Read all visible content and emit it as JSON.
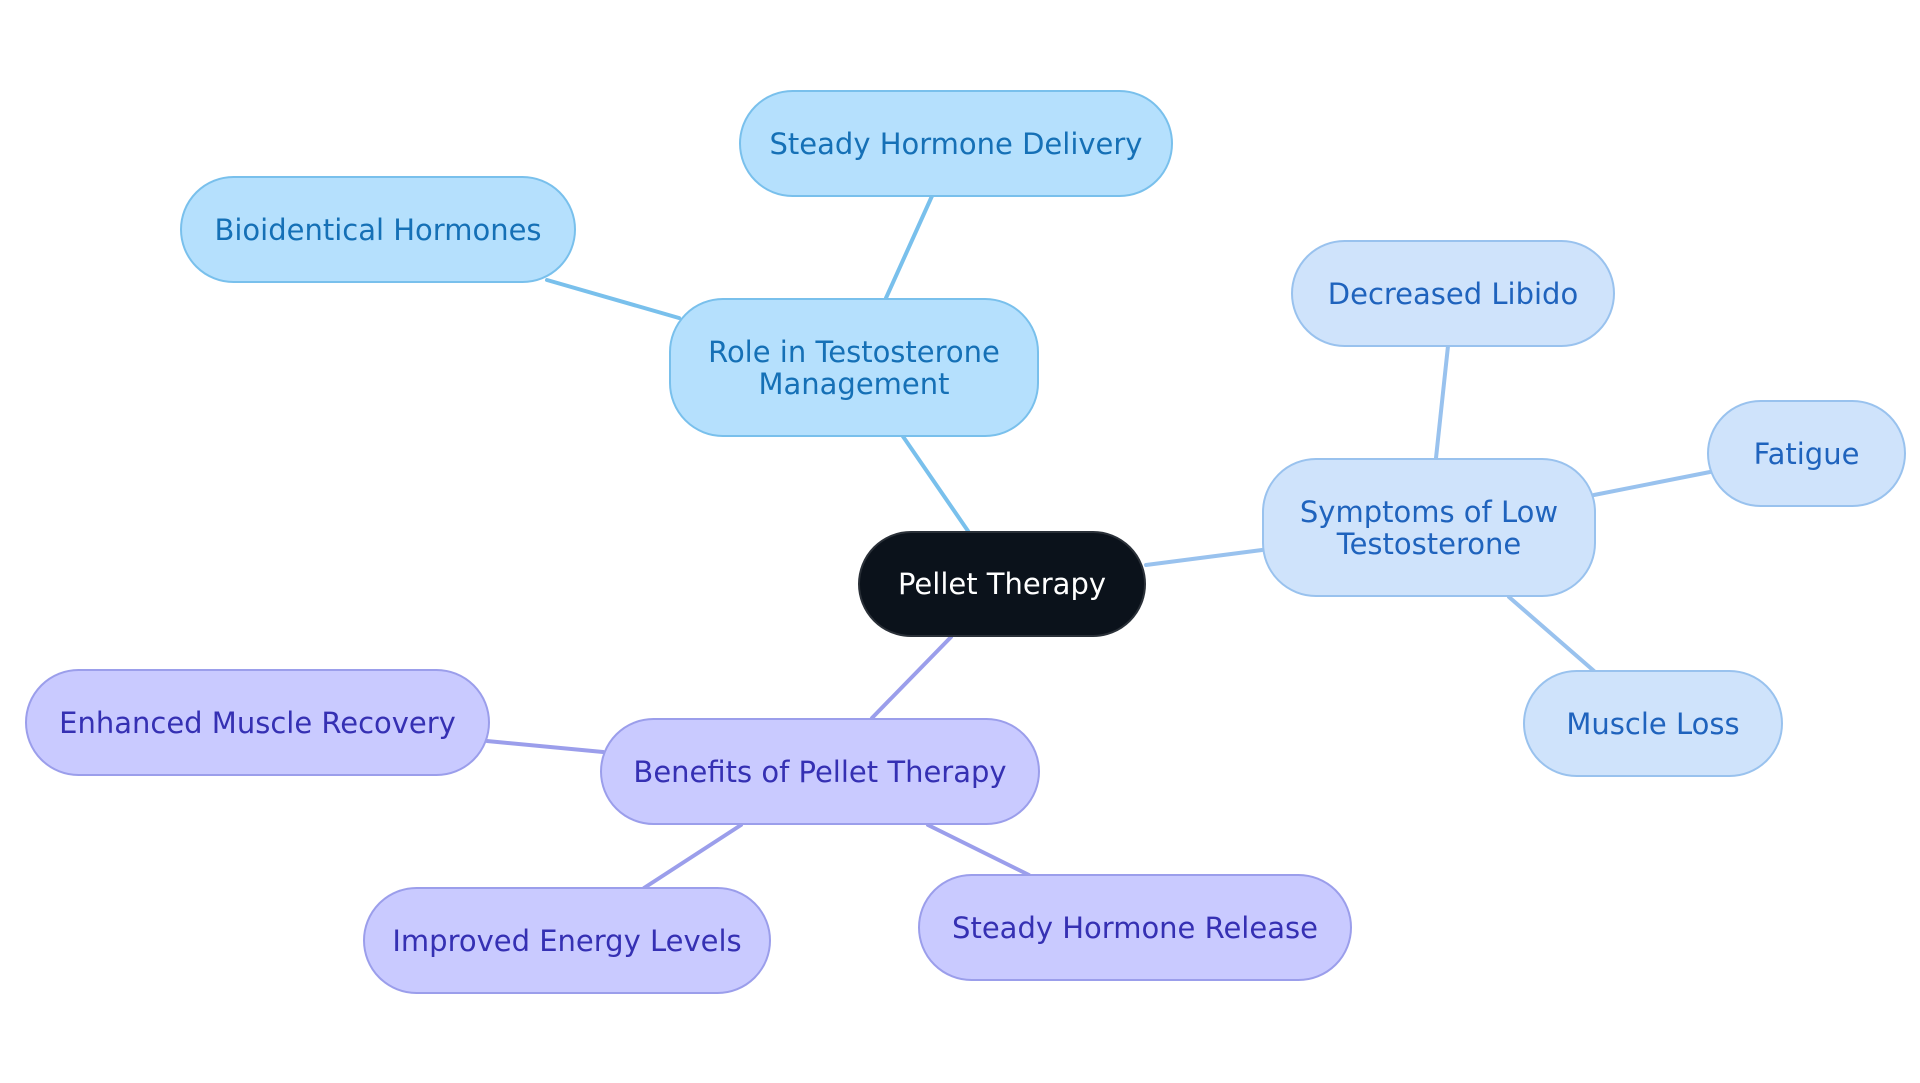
{
  "mindmap": {
    "root": "Pellet Therapy",
    "branches": {
      "role": {
        "label": "Role in Testosterone Management",
        "children": [
          "Steady Hormone Delivery",
          "Bioidentical Hormones"
        ]
      },
      "symptoms": {
        "label": "Symptoms of Low Testosterone",
        "children": [
          "Decreased Libido",
          "Fatigue",
          "Muscle Loss"
        ]
      },
      "benefits": {
        "label": "Benefits of Pellet Therapy",
        "children": [
          "Enhanced Muscle Recovery",
          "Improved Energy Levels",
          "Steady Hormone Release"
        ]
      }
    },
    "colors": {
      "root_fill": "#0b121b",
      "role_fill": "#b5e0fd",
      "role_text": "#1570b6",
      "symptoms_fill": "#cfe3fb",
      "symptoms_text": "#1f63bd",
      "benefits_fill": "#c9caff",
      "benefits_text": "#3530b3"
    }
  }
}
